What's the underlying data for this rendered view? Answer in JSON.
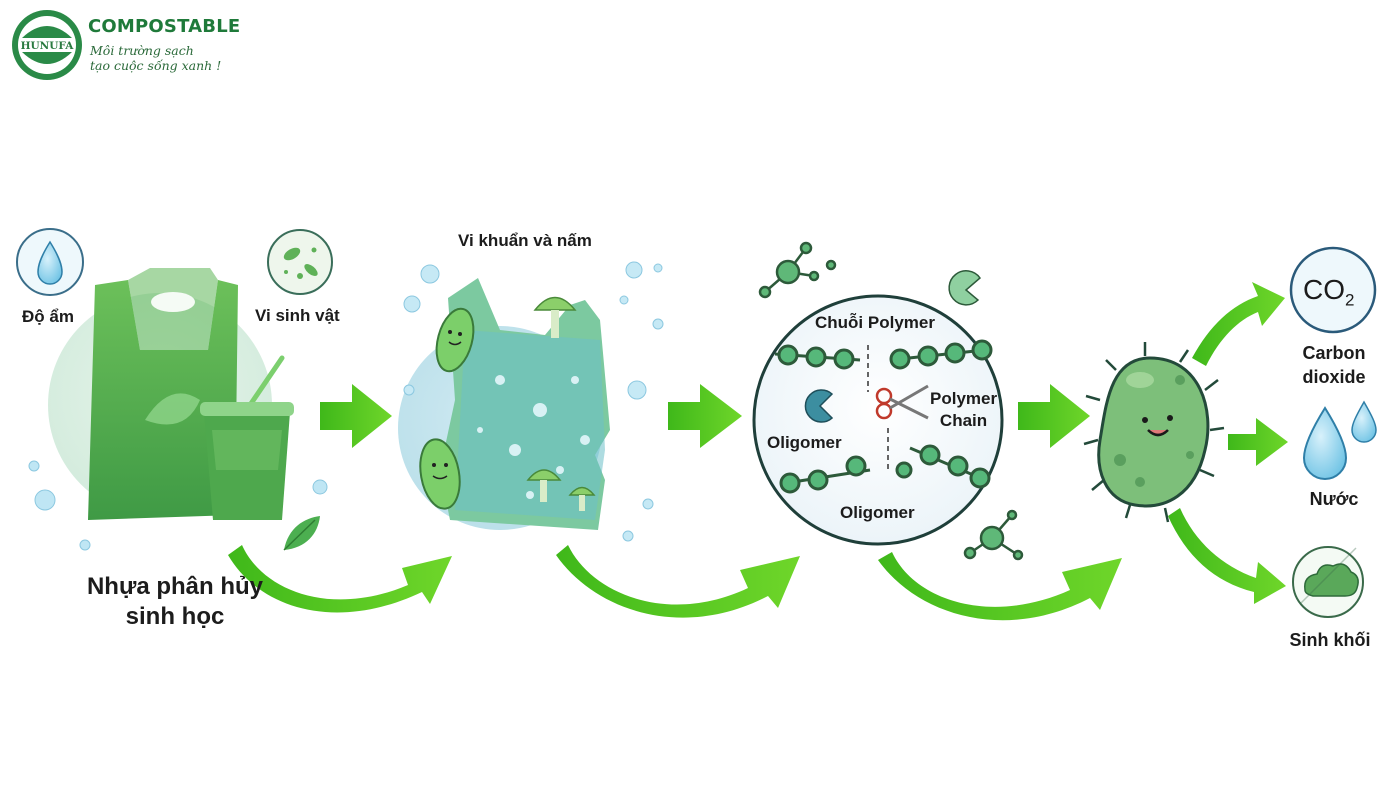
{
  "brand": {
    "mark_text": "HUNUFA",
    "title": "COMPOSTABLE",
    "tagline_line1": "Môi trường sạch",
    "tagline_line2": "tạo cuộc sống xanh !"
  },
  "stage1": {
    "moisture_label": "Độ ẩm",
    "microbe_label": "Vi sinh vật",
    "caption_line1": "Nhựa phân hủy",
    "caption_line2": "sinh học"
  },
  "stage2": {
    "title": "Vi khuẩn và nấm"
  },
  "stage3": {
    "chain_label_vi": "Chuỗi Polymer",
    "chain_label_en_line1": "Polymer",
    "chain_label_en_line2": "Chain",
    "oligomer_left": "Oligomer",
    "oligomer_bottom": "Oligomer"
  },
  "outputs": {
    "co2_symbol": "CO",
    "co2_subscript": "2",
    "co2_line1": "Carbon",
    "co2_line2": "dioxide",
    "water": "Nước",
    "biomass": "Sinh khối"
  },
  "colors": {
    "brand_green": "#1f7a3a",
    "arrow_green": "#56c41c",
    "bag_green": "#4caf50",
    "bubble_blue": "#aee0f2"
  },
  "icons": [
    "water-drop-icon",
    "microbe-icon",
    "leaf-icon",
    "pacman-enzyme-icon",
    "scissors-icon",
    "bacterium-icon",
    "biomass-icon"
  ]
}
